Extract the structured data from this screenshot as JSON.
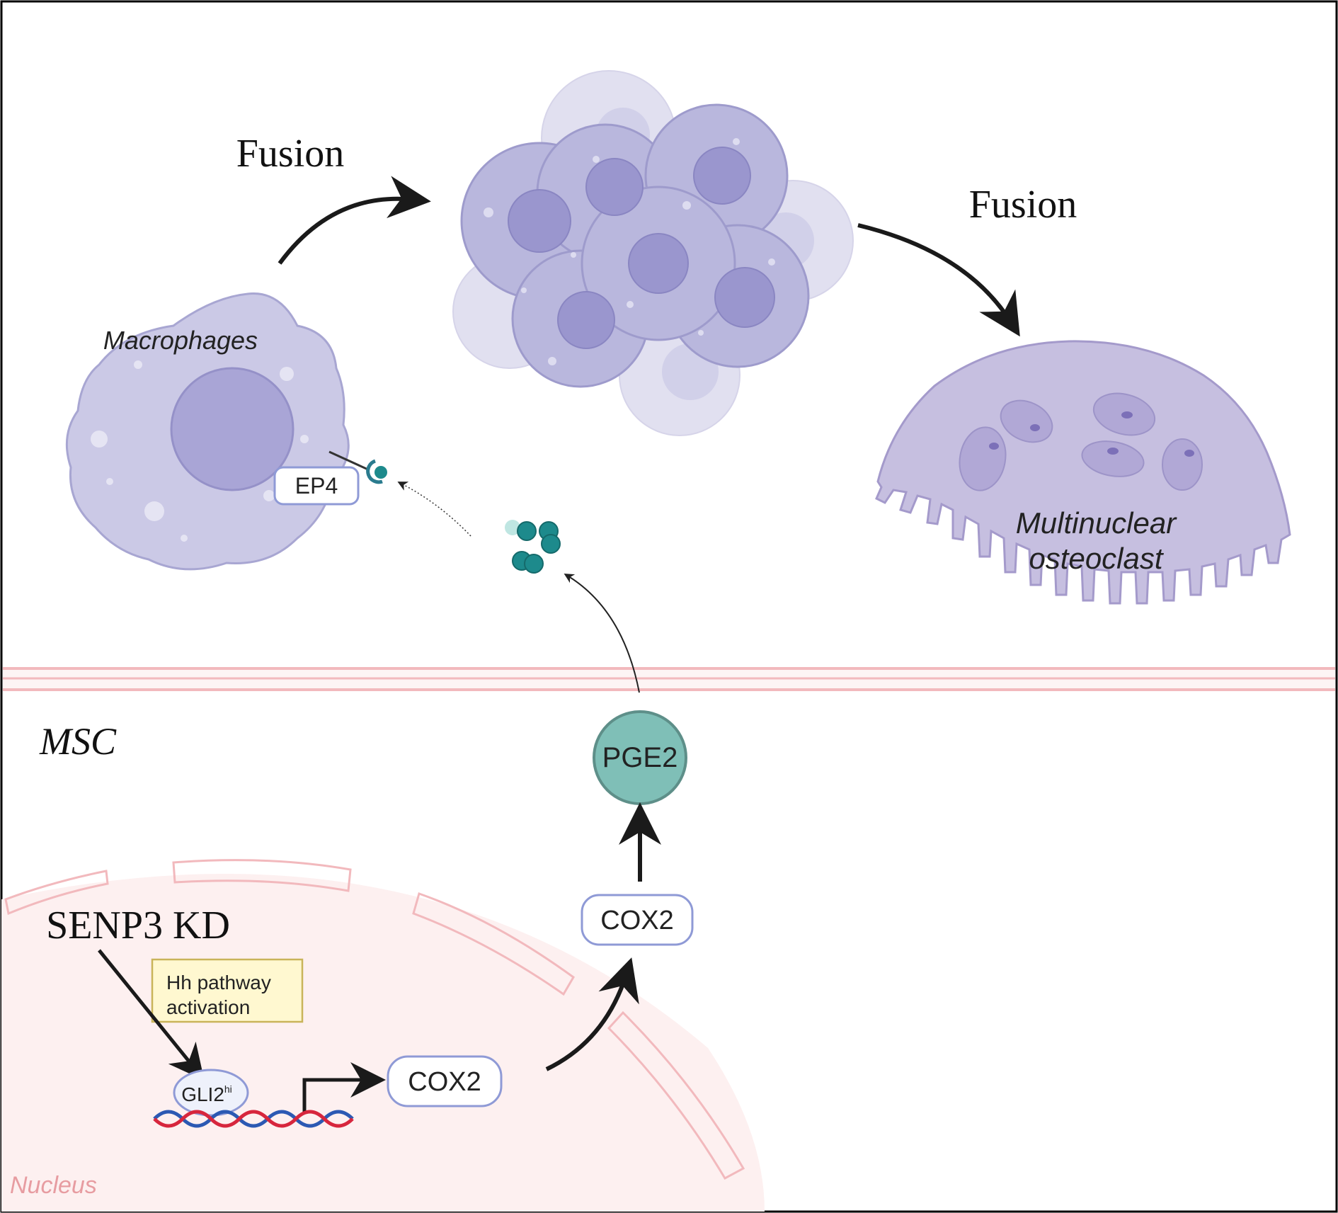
{
  "labels": {
    "fusion_left": "Fusion",
    "fusion_right": "Fusion",
    "macrophages": "Macrophages",
    "ep4": "EP4",
    "multinuclear_line1": "Multinuclear",
    "multinuclear_line2": "osteoclast",
    "msc": "MSC",
    "pge2": "PGE2",
    "cox2_upper": "COX2",
    "cox2_lower": "COX2",
    "senp3": "SENP3 KD",
    "hh_line1": "Hh pathway",
    "hh_line2": "activation",
    "gli2": "GLI2",
    "gli2_sup": "hi",
    "nucleus": "Nucleus"
  },
  "colors": {
    "cell_fill": "#cbc9e6",
    "cell_stroke": "#a8a6d2",
    "nucleus_fill": "#a9a5d6",
    "osteoclast_fill": "#c6bfe0",
    "osteoclast_stroke": "#a49acb",
    "pge2_fill": "#7fbfb7",
    "pge2_stroke": "#5e8f89",
    "teal_dot": "#1d8a8c",
    "membrane": "#f2b9bd",
    "nucleus_region": "#fdf0f0",
    "nucleus_text": "#e79ca1",
    "box_stroke": "#8f9ad6",
    "hh_fill": "#fff8d0",
    "hh_stroke": "#c9b45a",
    "dna_red": "#d7263d",
    "dna_blue": "#2c59b3"
  }
}
